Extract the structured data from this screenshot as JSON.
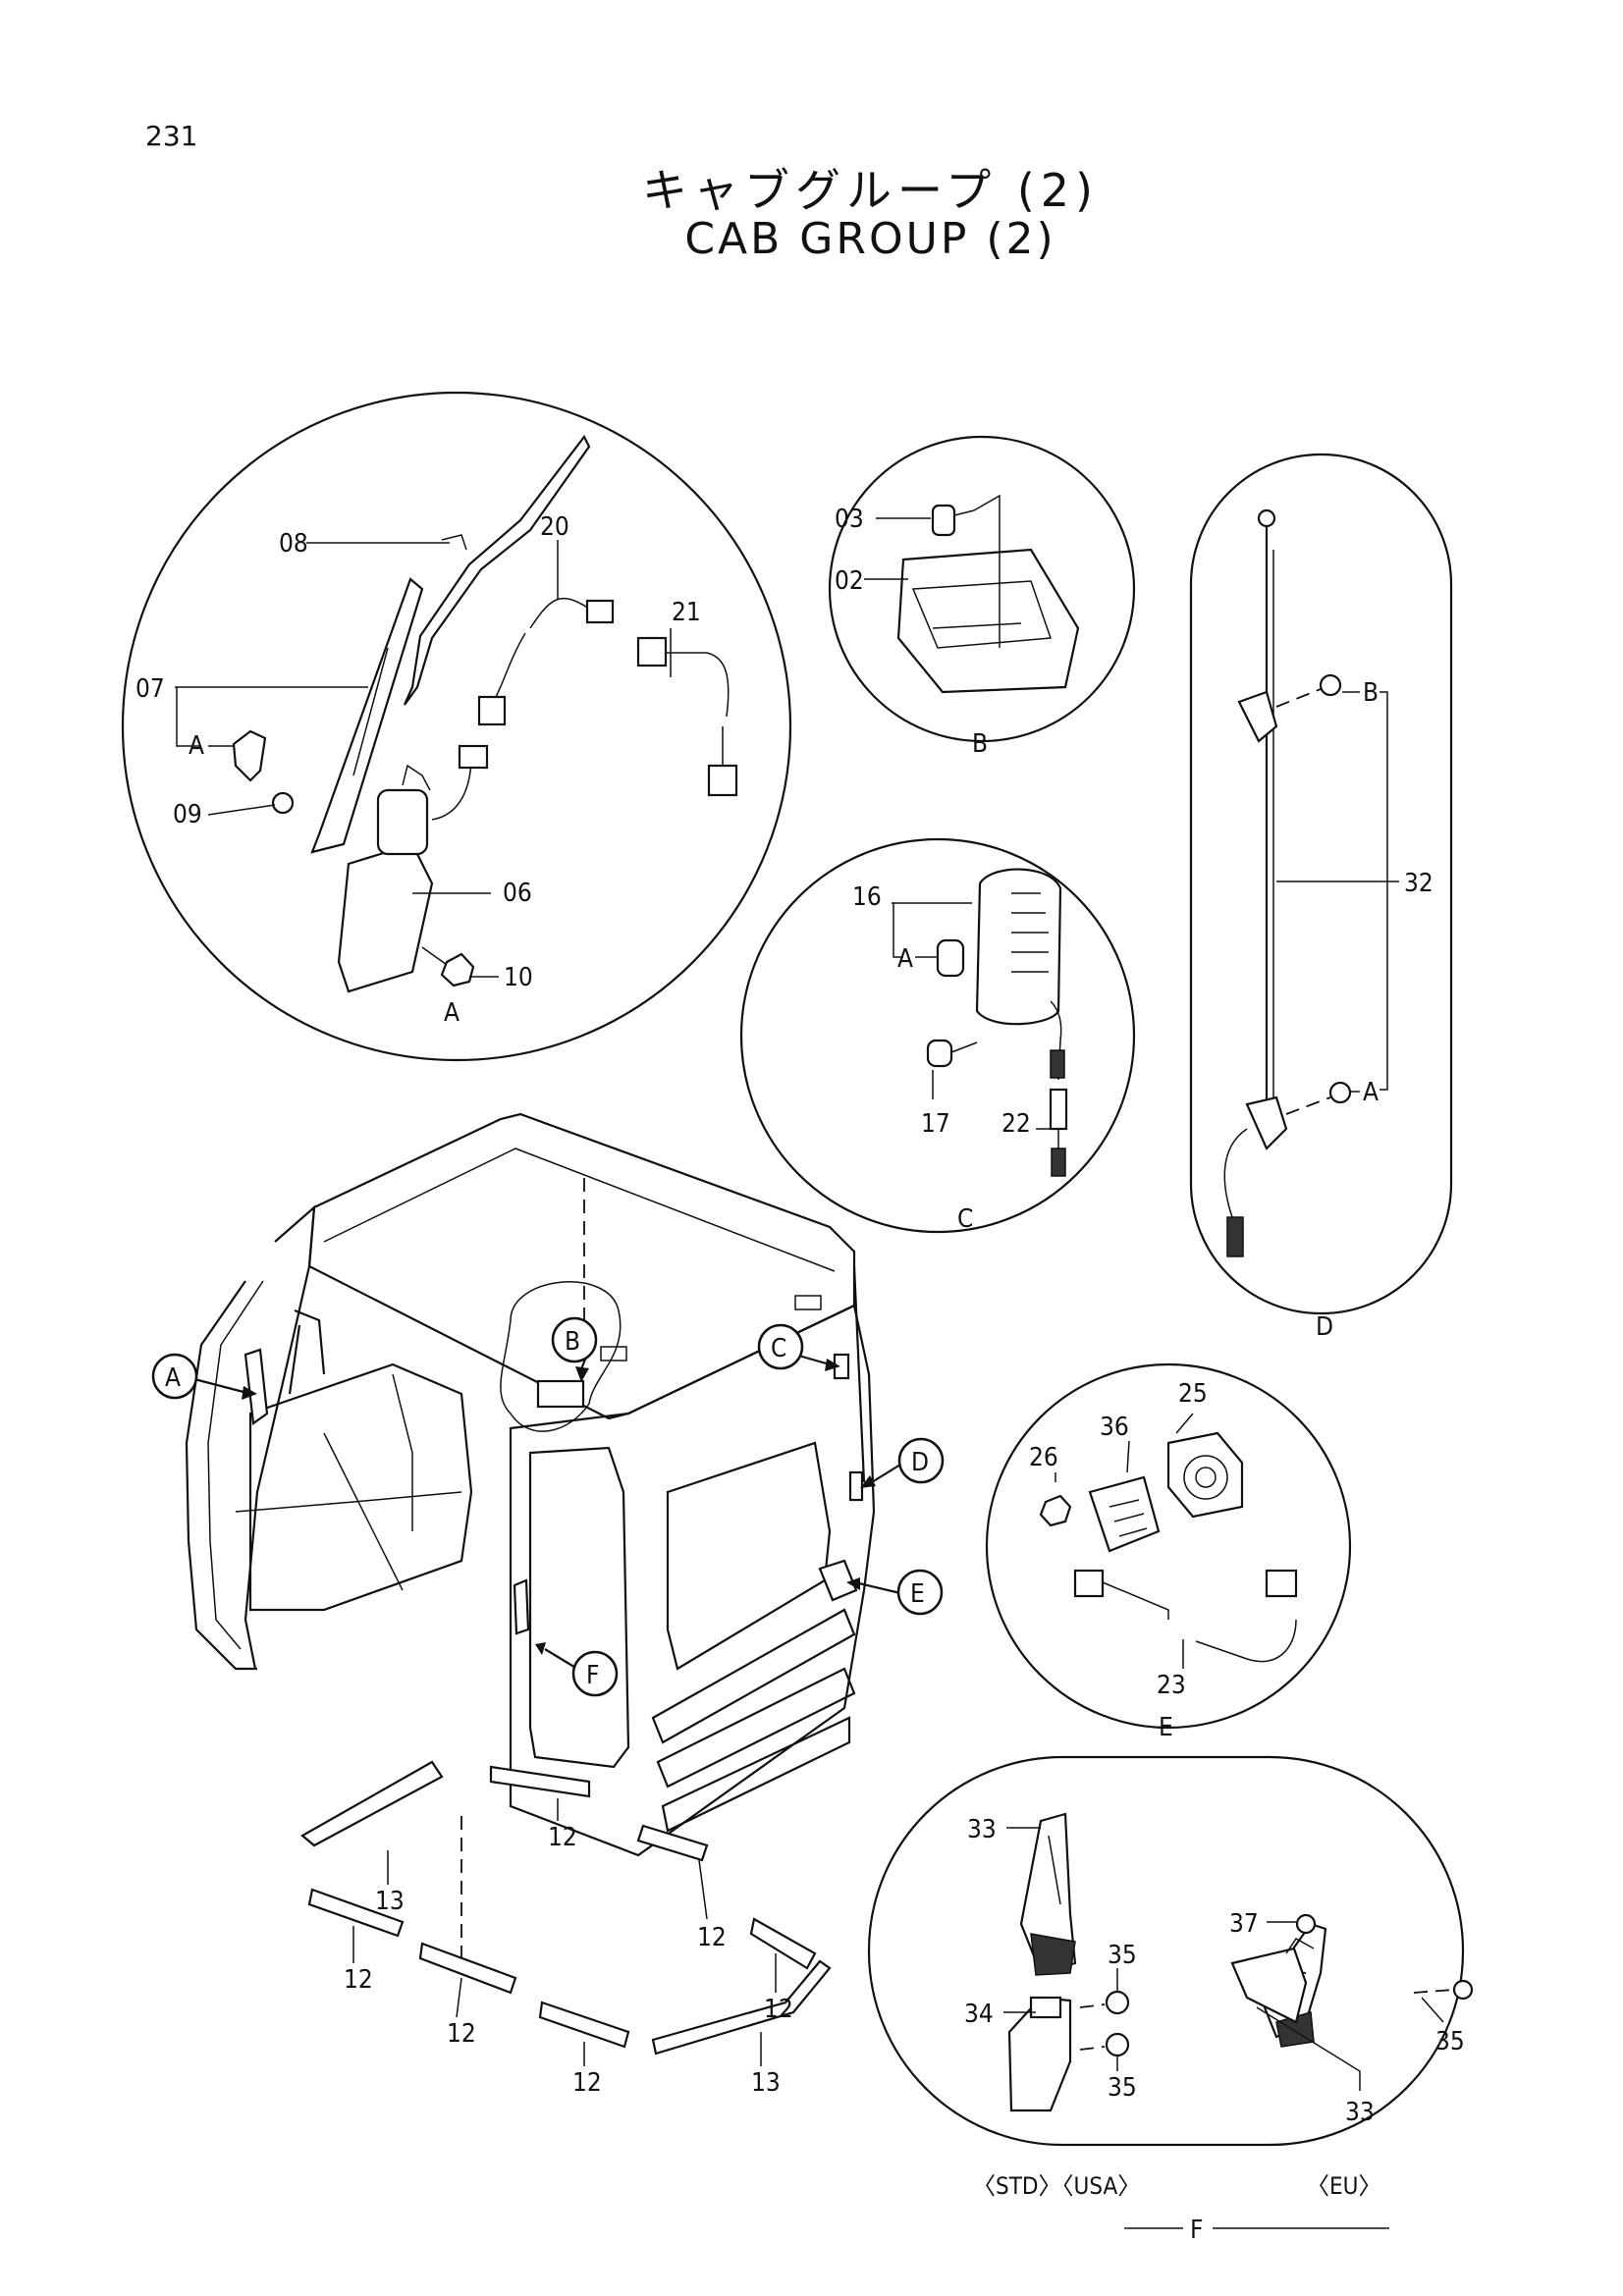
{
  "page": {
    "number": "231",
    "title_jp": "キャブグループ (2)",
    "title_en": "CAB GROUP (2)"
  },
  "detail_views": {
    "A": {
      "label": "A",
      "parts": [
        "08",
        "07",
        "A",
        "09",
        "20",
        "21",
        "06",
        "10"
      ]
    },
    "B": {
      "label": "B",
      "parts": [
        "03",
        "02"
      ]
    },
    "C": {
      "label": "C",
      "parts": [
        "16",
        "A",
        "17",
        "22"
      ]
    },
    "D": {
      "label": "D",
      "parts": [
        "B",
        "32",
        "A"
      ]
    },
    "E": {
      "label": "E",
      "parts": [
        "25",
        "36",
        "26",
        "23"
      ]
    },
    "F": {
      "label": "F",
      "parts": [
        "33",
        "35",
        "34",
        "35",
        "37",
        "35",
        "33"
      ],
      "variant_std": "〈STD〉〈USA〉",
      "variant_eu": "〈EU〉"
    }
  },
  "main_view": {
    "callouts": [
      "A",
      "B",
      "C",
      "D",
      "E",
      "F"
    ],
    "seal_labels": [
      "13",
      "12",
      "12",
      "12",
      "12",
      "12",
      "12",
      "13"
    ]
  }
}
